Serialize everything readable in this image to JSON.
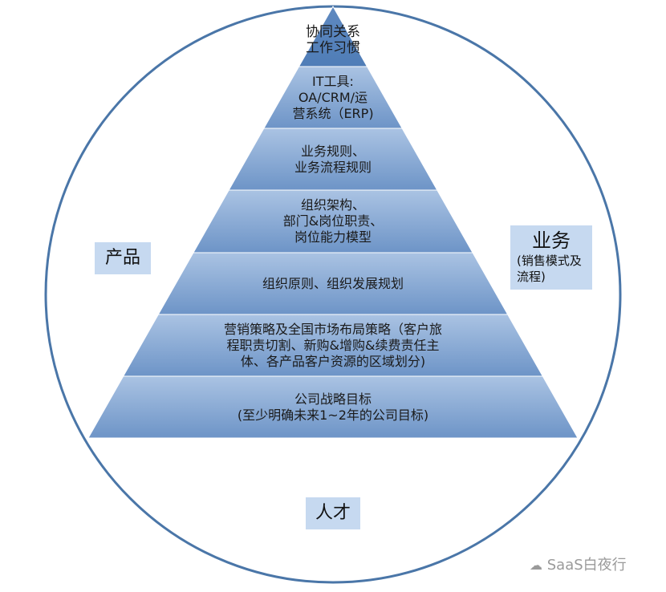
{
  "pyramid": {
    "layers": [
      {
        "lines": [
          "协同关系",
          "工作习惯"
        ]
      },
      {
        "lines": [
          "IT工具:",
          "OA/CRM/运",
          "营系统（ERP)"
        ]
      },
      {
        "lines": [
          "业务规则、",
          "业务流程规则"
        ]
      },
      {
        "lines": [
          "组织架构、",
          "部门&岗位职责、",
          "岗位能力模型"
        ]
      },
      {
        "lines": [
          "组织原则、组织发展规划"
        ]
      },
      {
        "lines": [
          "营销策略及全国市场布局策略（客户旅",
          "程职责切割、新购&增购&续费责任主",
          "体、各产品客户资源的区域划分)"
        ]
      },
      {
        "lines": [
          "公司战略目标",
          "(至少明确未来1~2年的公司目标)"
        ]
      }
    ]
  },
  "labels": {
    "product": "产品",
    "business_title": "业务",
    "business_sub": "(销售模式及流程)",
    "talent": "人才"
  },
  "watermark": "SaaS白夜行",
  "colors": {
    "circle": "#4a76a8",
    "box": "#c6d9f0",
    "band_top": "#a9c3e4",
    "band_bottom": "#6a92c6"
  }
}
